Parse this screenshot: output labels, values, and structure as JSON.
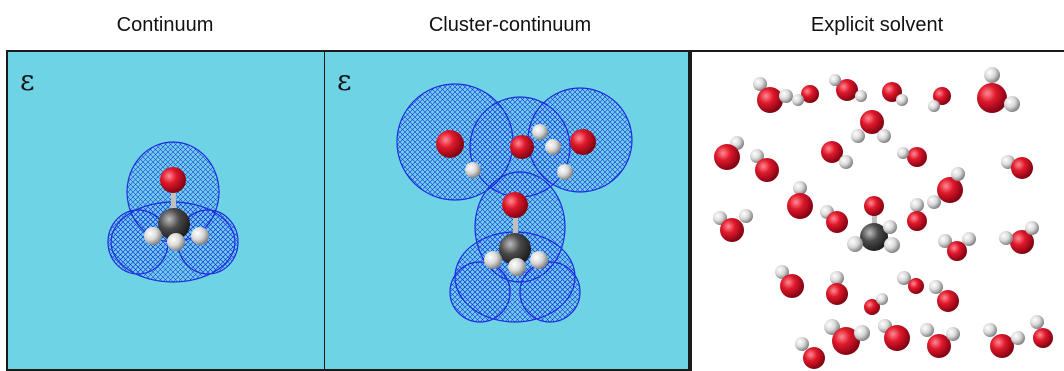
{
  "panels": [
    {
      "title": "Continuum",
      "symbol": "ε"
    },
    {
      "title": "Cluster-continuum",
      "symbol": "ε"
    },
    {
      "title": "Explicit solvent"
    }
  ],
  "colors": {
    "continuum_background": "#6dd3e5",
    "mesh": "#1f2be0",
    "oxygen": "#e0192b",
    "carbon": "#4a4a4a",
    "hydrogen": "#d9d9d9"
  }
}
